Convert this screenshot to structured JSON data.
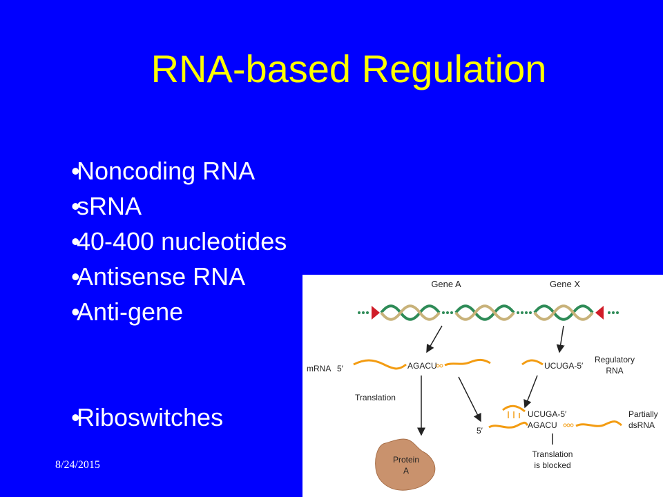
{
  "slide": {
    "title": "RNA-based Regulation",
    "bullet_glyph": "•",
    "bullets": [
      {
        "text": "Noncoding RNA"
      },
      {
        "text": "sRNA"
      },
      {
        "text": "40-400 nucleotides"
      },
      {
        "text": "Antisense RNA"
      },
      {
        "text": "Anti-gene"
      },
      {
        "text": "Riboswitches"
      }
    ],
    "date": "8/24/2015",
    "colors": {
      "background": "#0000ff",
      "title": "#ffff00",
      "text": "#ffffff",
      "rna": "#f39c12",
      "protein": "#c9926d"
    }
  },
  "figure": {
    "gene_a": "Gene A",
    "gene_x": "Gene X",
    "mrna_label": "mRNA",
    "five_prime": "5′",
    "agacu": "AGACU",
    "ucuga": "UCUGA-5′",
    "regulatory_rna_line1": "Regulatory",
    "regulatory_rna_line2": "RNA",
    "translation": "Translation",
    "partially_line1": "Partially",
    "partially_line2": "dsRNA",
    "protein_line1": "Protein",
    "protein_line2": "A",
    "blocked_line1": "Translation",
    "blocked_line2": "is blocked"
  }
}
